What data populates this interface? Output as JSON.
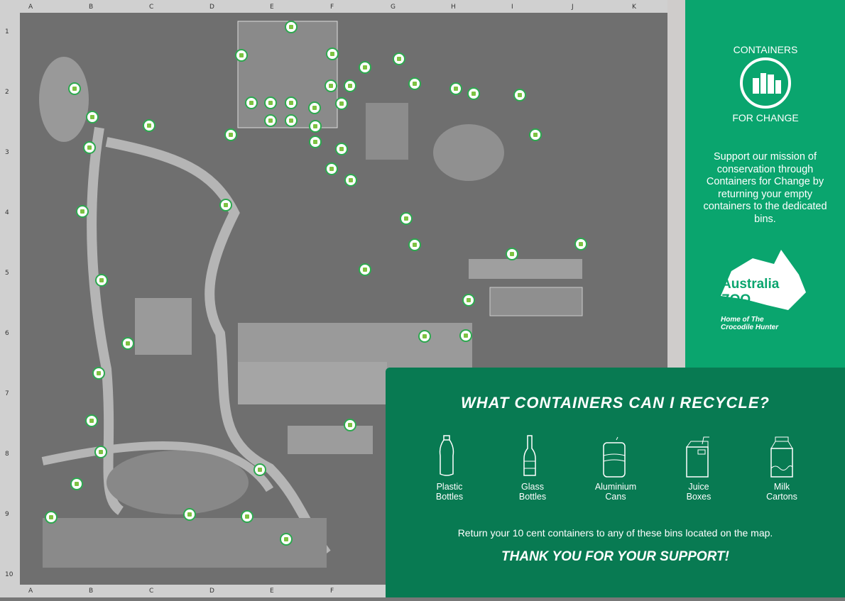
{
  "map": {
    "columns": [
      "A",
      "B",
      "C",
      "D",
      "E",
      "F",
      "G",
      "H",
      "I",
      "J",
      "K"
    ],
    "rows": [
      "1",
      "2",
      "3",
      "4",
      "5",
      "6",
      "7",
      "8",
      "9",
      "10"
    ],
    "bin_marker": "recycling-bin-marker"
  },
  "sidebar": {
    "logo_text_top": "CONTAINERS",
    "logo_text_bottom": "FOR CHANGE",
    "support_text": "Support our mission of conservation through Containers for Change by returning your empty containers to the dedicated bins.",
    "zoo_logo_name": "Australia ZOO",
    "zoo_tagline_1": "Home of The",
    "zoo_tagline_2": "Crocodile Hunter"
  },
  "info": {
    "title": "WHAT CONTAINERS CAN I RECYCLE?",
    "items": [
      {
        "l1": "Plastic",
        "l2": "Bottles",
        "icon": "plastic-bottle-icon"
      },
      {
        "l1": "Glass",
        "l2": "Bottles",
        "icon": "glass-bottle-icon"
      },
      {
        "l1": "Aluminium",
        "l2": "Cans",
        "icon": "can-icon"
      },
      {
        "l1": "Juice",
        "l2": "Boxes",
        "icon": "juice-box-icon"
      },
      {
        "l1": "Milk",
        "l2": "Cartons",
        "icon": "milk-carton-icon"
      }
    ],
    "return_text": "Return your 10 cent containers to any of these bins located on the map.",
    "thanks": "THANK YOU FOR YOUR SUPPORT!"
  },
  "colors": {
    "panel_green": "#0aa56e",
    "dark_green": "#087a52",
    "bin_green": "#2da84f"
  }
}
